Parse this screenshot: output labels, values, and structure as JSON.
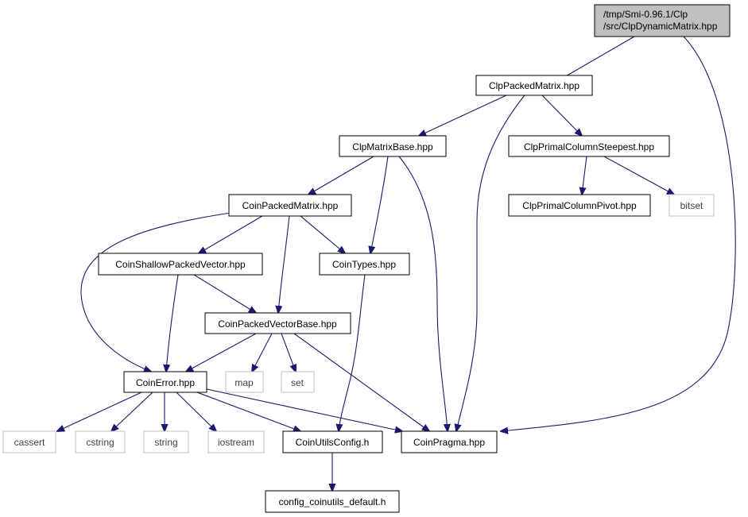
{
  "colors": {
    "edge": "#191970",
    "node_border": "#000000",
    "external_border": "#bfbfbf",
    "root_fill": "#bfbfbf",
    "node_fill": "#ffffff"
  },
  "nodes": {
    "root": {
      "lines": [
        "/tmp/Smi-0.96.1/Clp",
        "/src/ClpDynamicMatrix.hpp"
      ]
    },
    "clp_packed_matrix": {
      "label": "ClpPackedMatrix.hpp"
    },
    "clp_matrix_base": {
      "label": "ClpMatrixBase.hpp"
    },
    "clp_primal_column_steepest": {
      "label": "ClpPrimalColumnSteepest.hpp"
    },
    "clp_primal_column_pivot": {
      "label": "ClpPrimalColumnPivot.hpp"
    },
    "bitset": {
      "label": "bitset"
    },
    "coin_packed_matrix": {
      "label": "CoinPackedMatrix.hpp"
    },
    "coin_shallow_packed_vector": {
      "label": "CoinShallowPackedVector.hpp"
    },
    "coin_types": {
      "label": "CoinTypes.hpp"
    },
    "coin_packed_vector_base": {
      "label": "CoinPackedVectorBase.hpp"
    },
    "coin_error": {
      "label": "CoinError.hpp"
    },
    "map": {
      "label": "map"
    },
    "set": {
      "label": "set"
    },
    "cassert": {
      "label": "cassert"
    },
    "cstring": {
      "label": "cstring"
    },
    "string": {
      "label": "string"
    },
    "iostream": {
      "label": "iostream"
    },
    "coin_utils_config": {
      "label": "CoinUtilsConfig.h"
    },
    "coin_pragma": {
      "label": "CoinPragma.hpp"
    },
    "config_coinutils_default": {
      "label": "config_coinutils_default.h"
    }
  }
}
